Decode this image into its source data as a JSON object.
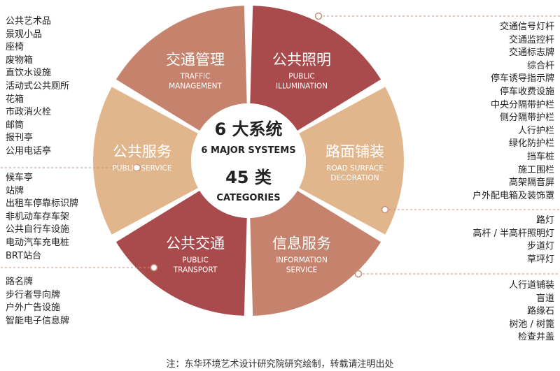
{
  "center": {
    "line1": "6 大系统",
    "line2": "6 MAJOR SYSTEMS",
    "line3": "45 类",
    "line4": "CATEGORIES"
  },
  "colors": {
    "sand": "#e2b68d",
    "rose": "#c5826d",
    "crimson": "#a94b4d",
    "dash": "#c9907a"
  },
  "segments": [
    {
      "id": "public-service",
      "cn": "公共服务",
      "en": [
        "PUBLIC  SERVICE"
      ],
      "color": "#e2b68d",
      "items": [
        "公共艺术品",
        "景观小品",
        "座椅",
        "废物箱",
        "直饮水设施",
        "活动式公共厕所",
        "花箱",
        "市政消火栓",
        "邮筒",
        "报刊亭",
        "公用电话亭"
      ]
    },
    {
      "id": "traffic-management",
      "cn": "交通管理",
      "en": [
        "TRAFFIC",
        "MANAGEMENT"
      ],
      "color": "#c5826d",
      "items": [
        "交通信号灯杆",
        "交通监控杆",
        "交通标志牌",
        "综合杆",
        "停车诱导指示牌",
        "停车收费设施",
        "中央分隔带护栏",
        "侧分隔带护栏",
        "人行护栏",
        "绿化防护栏",
        "挡车桩",
        "施工围栏",
        "高架隔音屏",
        "户外配电箱及装饰罩"
      ]
    },
    {
      "id": "public-illumination",
      "cn": "公共照明",
      "en": [
        "PUBLIC",
        "ILLUMINATION"
      ],
      "color": "#a94b4d",
      "items": [
        "路灯",
        "高杆 / 半高杆照明灯",
        "步道灯",
        "草坪灯"
      ]
    },
    {
      "id": "road-surface",
      "cn": "路面铺装",
      "en": [
        "ROAD SURFACE",
        "DECORATION"
      ],
      "color": "#e2b68d",
      "items": [
        "人行道铺装",
        "盲道",
        "路缘石",
        "树池 / 树篦",
        "检查井盖"
      ]
    },
    {
      "id": "information-service",
      "cn": "信息服务",
      "en": [
        "INFORMATION",
        "SERVICE"
      ],
      "color": "#c5826d",
      "items": [
        "路名牌",
        "步行者导向牌",
        "户外广告设施",
        "智能电子信息牌"
      ]
    },
    {
      "id": "public-transport",
      "cn": "公共交通",
      "en": [
        "PUBLIC",
        "TRANSPORT"
      ],
      "color": "#a94b4d",
      "items": [
        "候车亭",
        "站牌",
        "出租车停靠标识牌",
        "非机动车存车架",
        "公共自行车设施",
        "电动汽车充电桩",
        "BRT站台"
      ]
    }
  ],
  "footnote": "注：东华环境艺术设计研究院研究绘制，转载请注明出处"
}
